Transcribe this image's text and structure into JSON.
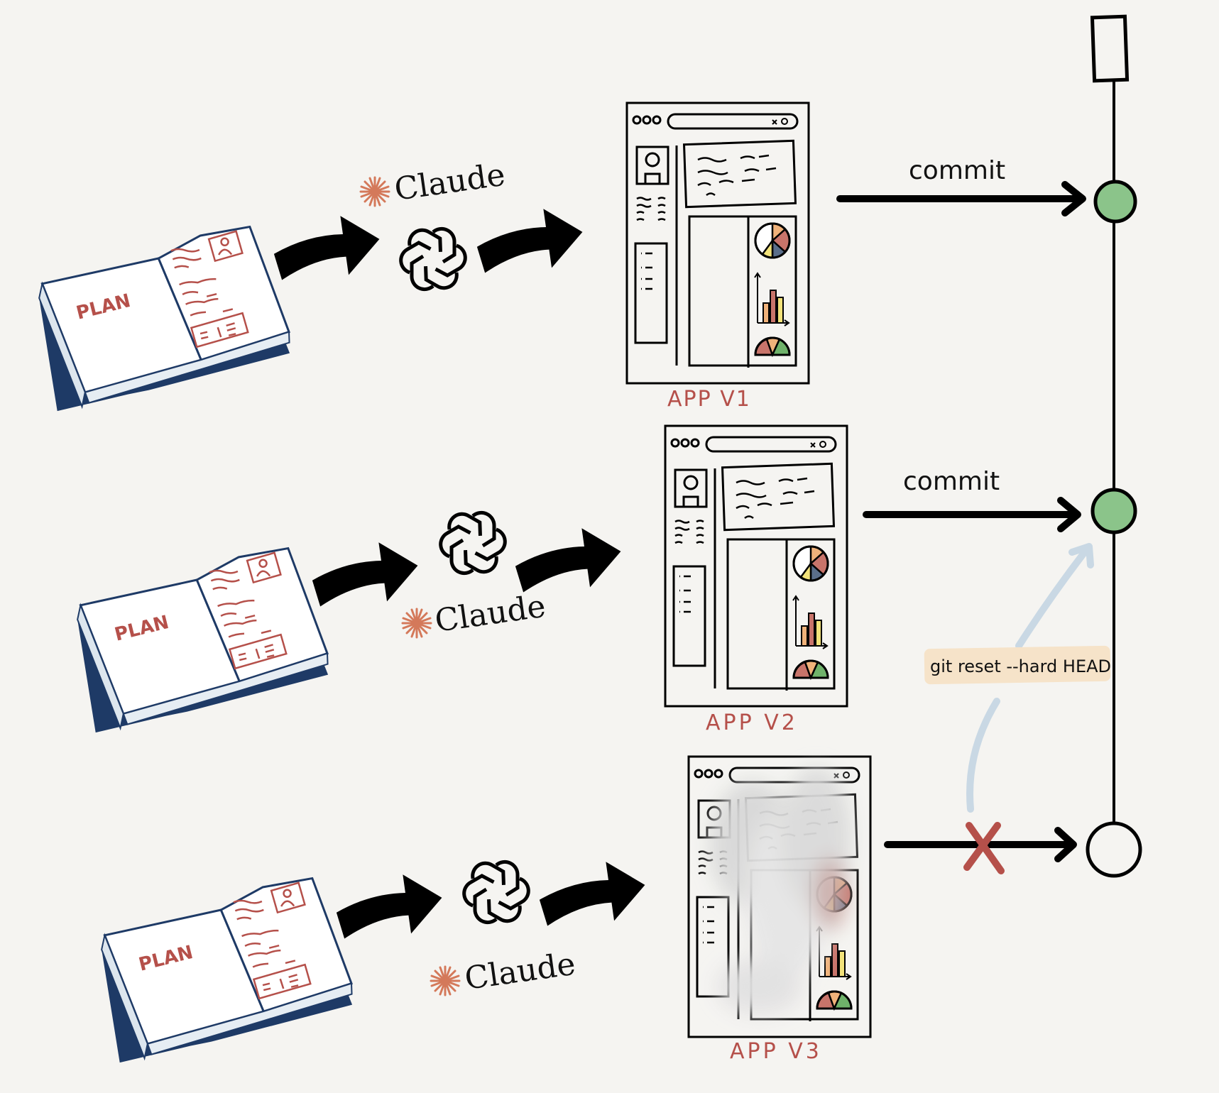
{
  "rows": [
    {
      "plan_label": "PLAN",
      "model_first": "claude",
      "claude_label": "Claude",
      "app_label": "APP V1",
      "commit_label": "commit",
      "commit_status": "committed",
      "blurred": false
    },
    {
      "plan_label": "PLAN",
      "model_first": "openai",
      "claude_label": "Claude",
      "app_label": "APP V2",
      "commit_label": "commit",
      "commit_status": "committed",
      "blurred": false
    },
    {
      "plan_label": "PLAN",
      "model_first": "openai",
      "claude_label": "Claude",
      "app_label": "APP V3",
      "commit_label": "",
      "commit_status": "rejected",
      "blurred": true
    }
  ],
  "git": {
    "reset_command": "git reset --hard HEAD",
    "commit_color": "#8bc48a",
    "branch_node": "branch-head"
  },
  "colors": {
    "background": "#f5f4f1",
    "accent_red": "#b5504a",
    "book_blue": "#1e3a66",
    "claude_orange": "#d4795a",
    "reset_highlight": "#f6e3c9",
    "reset_arrow": "#c9d8e4"
  }
}
